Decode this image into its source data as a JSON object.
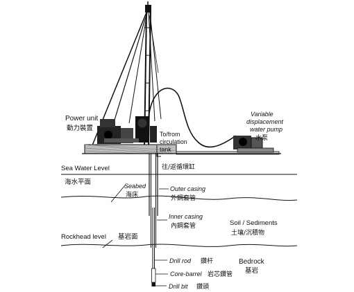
{
  "labels": {
    "power_unit_en": "Power unit",
    "power_unit_zh": "動力裝置",
    "tank_line1": "To/from",
    "tank_line2": "circulation",
    "tank_line3": "tank",
    "tank_zh": "往/返循環缸",
    "pump_line1": "Variable",
    "pump_line2": "displacement",
    "pump_line3": "water pump",
    "pump_zh": "水泵",
    "sea_level_en": "Sea Water Level",
    "sea_level_zh": "海水平面",
    "seabed_en": "Seabed",
    "seabed_zh": "海床",
    "outer_casing_en": "Outer casing",
    "outer_casing_zh": "外鋼套管",
    "inner_casing_en": "Inner casing",
    "inner_casing_zh": "內鋼套管",
    "soil_en": "Soil / Sediments",
    "soil_zh": "土壤/沉積物",
    "rockhead_en": "Rockhead level",
    "rockhead_zh": "基岩面",
    "bedrock_en": "Bedrock",
    "bedrock_zh": "基岩",
    "drill_rod_en": "Drill rod",
    "drill_rod_zh": "鑽杆",
    "core_barrel_en": "Core-barrel",
    "core_barrel_zh": "岩芯鑽管",
    "drill_bit_en": "Drill bit",
    "drill_bit_zh": "鑽頭"
  }
}
